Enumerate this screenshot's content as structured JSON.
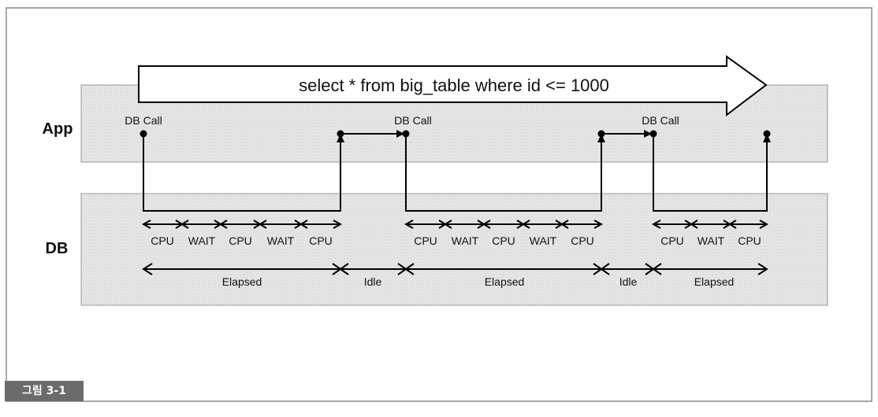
{
  "query": "select * from big_table where id <= 1000",
  "lanes": {
    "app": "App",
    "db": "DB"
  },
  "db_call_label": "DB Call",
  "calls": [
    {
      "segments": [
        "CPU",
        "WAIT",
        "CPU",
        "WAIT",
        "CPU"
      ],
      "period": "Elapsed"
    },
    {
      "segments": [
        "CPU",
        "WAIT",
        "CPU",
        "WAIT",
        "CPU"
      ],
      "period": "Elapsed"
    },
    {
      "segments": [
        "CPU",
        "WAIT",
        "CPU"
      ],
      "period": "Elapsed"
    }
  ],
  "idle_label": "Idle",
  "caption": "그림 3-1",
  "colors": {
    "lane_fill": "#e7e7e7",
    "line": "#000000",
    "caption_bg": "#6b6b6b"
  }
}
